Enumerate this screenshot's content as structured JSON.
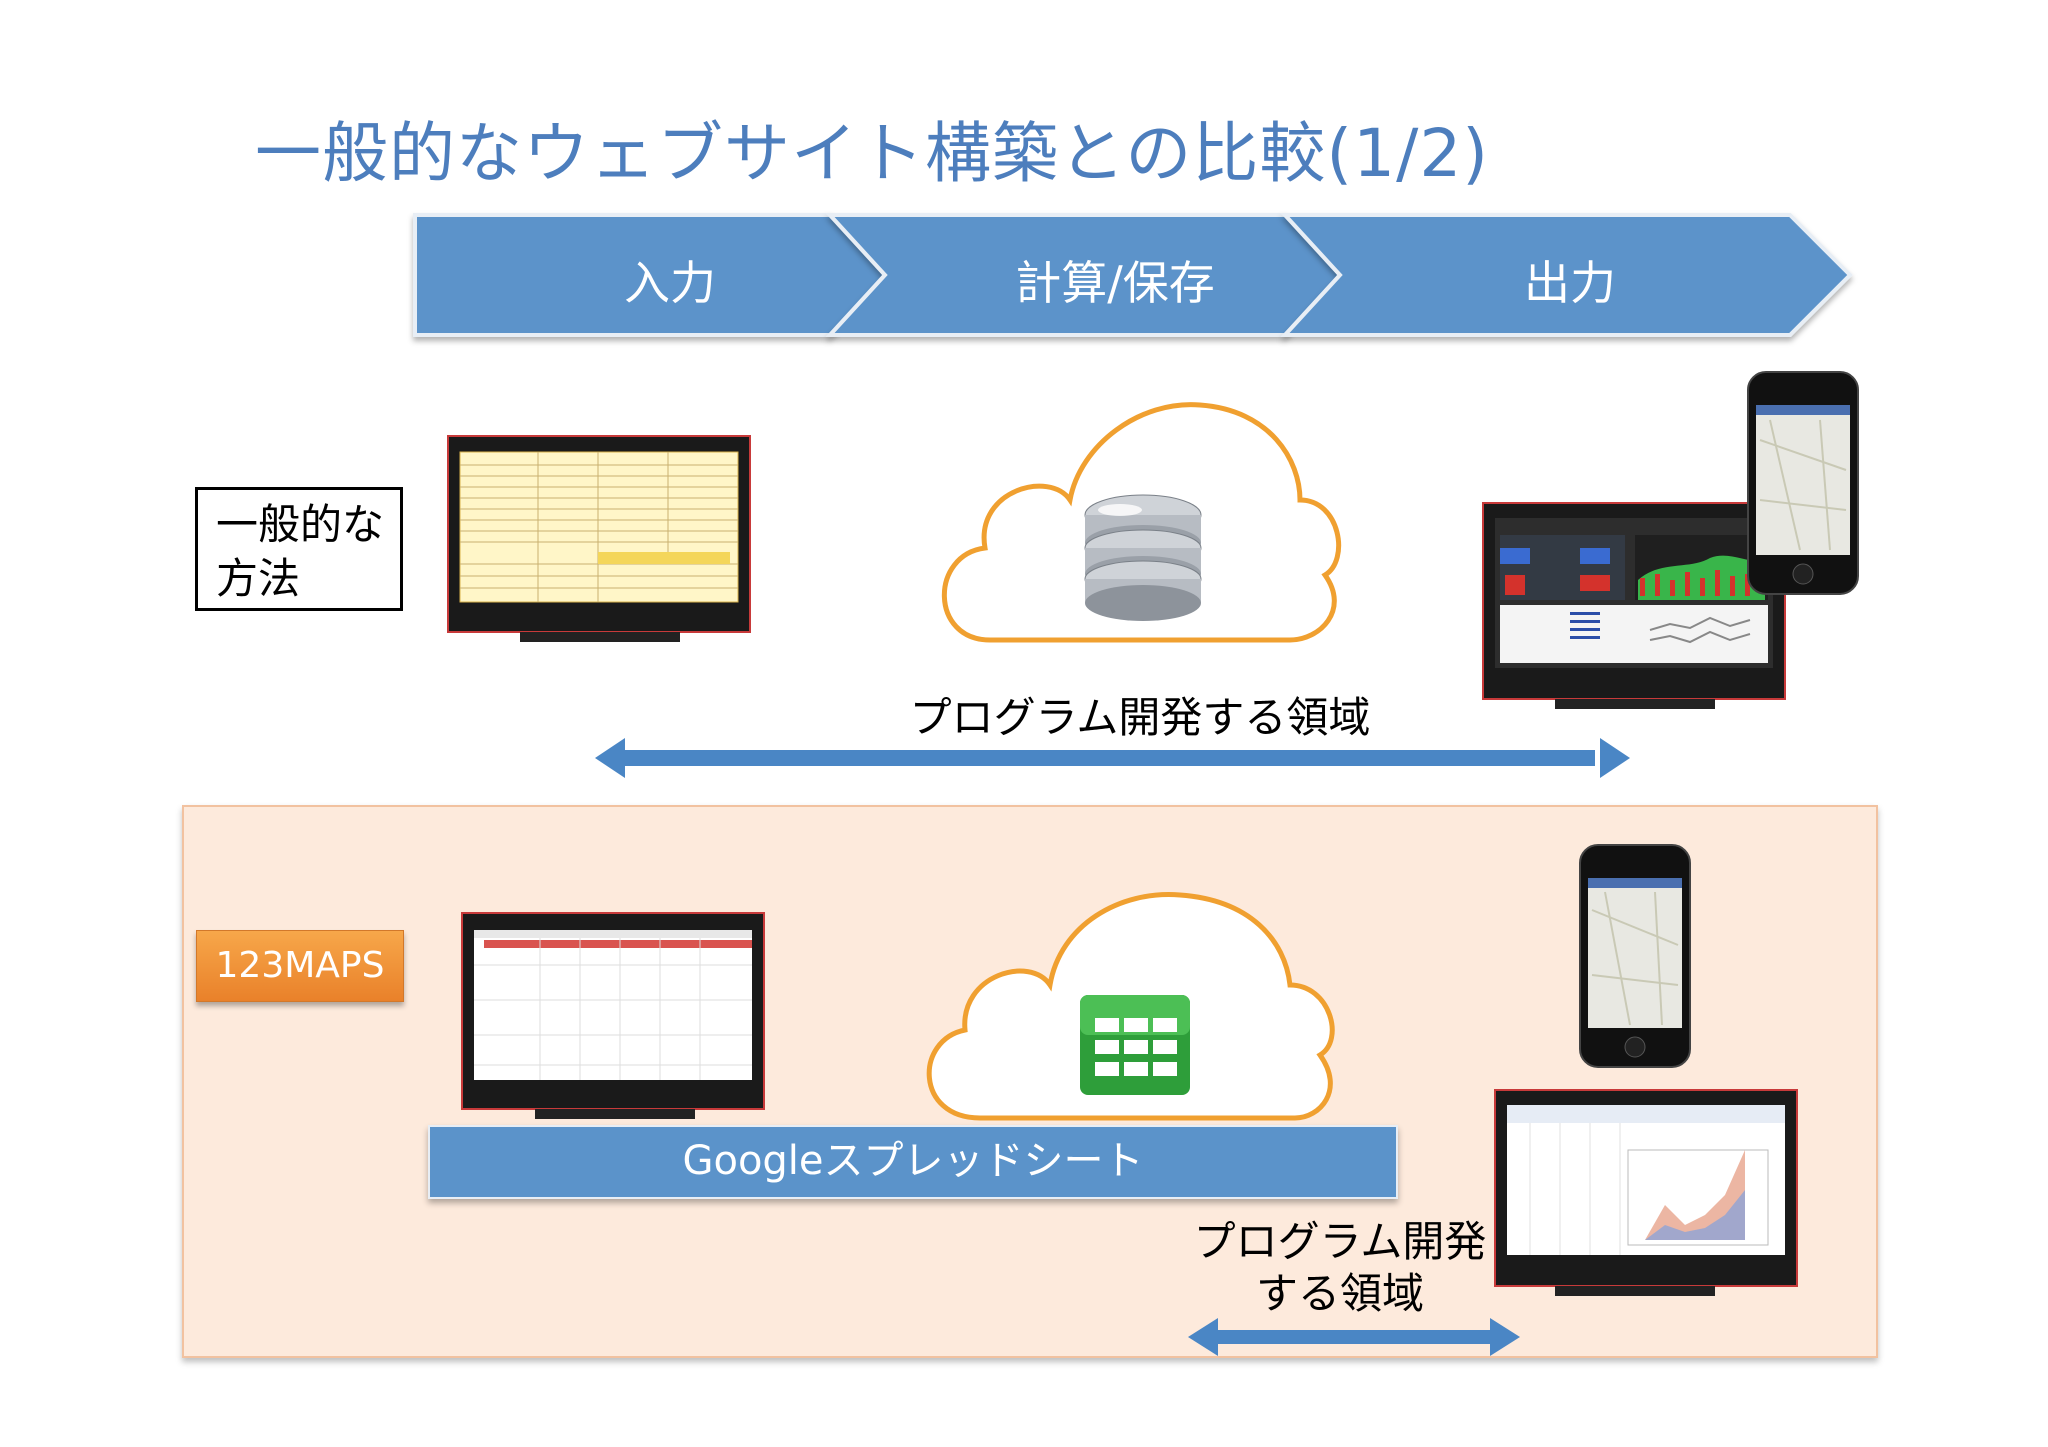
{
  "title": "一般的なウェブサイト構築との比較(1/2)",
  "flow_steps": [
    {
      "label": "入力"
    },
    {
      "label": "計算/保存"
    },
    {
      "label": "出力"
    }
  ],
  "general_method": {
    "label_line1": "一般的な",
    "label_line2": "方法",
    "dev_area": "プログラム開発する領域"
  },
  "maps": {
    "label": "123MAPS",
    "storage_bar": "Googleスプレッドシート",
    "dev_area_line1": "プログラム開発",
    "dev_area_line2": "する領域"
  },
  "colors": {
    "title": "#4d7ebd",
    "chevron": "#5b93ca",
    "cloud_stroke": "#f0a030",
    "arrow": "#4a86c5",
    "region_bg": "#fdeadc",
    "label_orange": "#ee8c35"
  },
  "icons": [
    "database-icon",
    "spreadsheet-icon",
    "cloud-icon",
    "monitor-icon",
    "smartphone-icon"
  ]
}
